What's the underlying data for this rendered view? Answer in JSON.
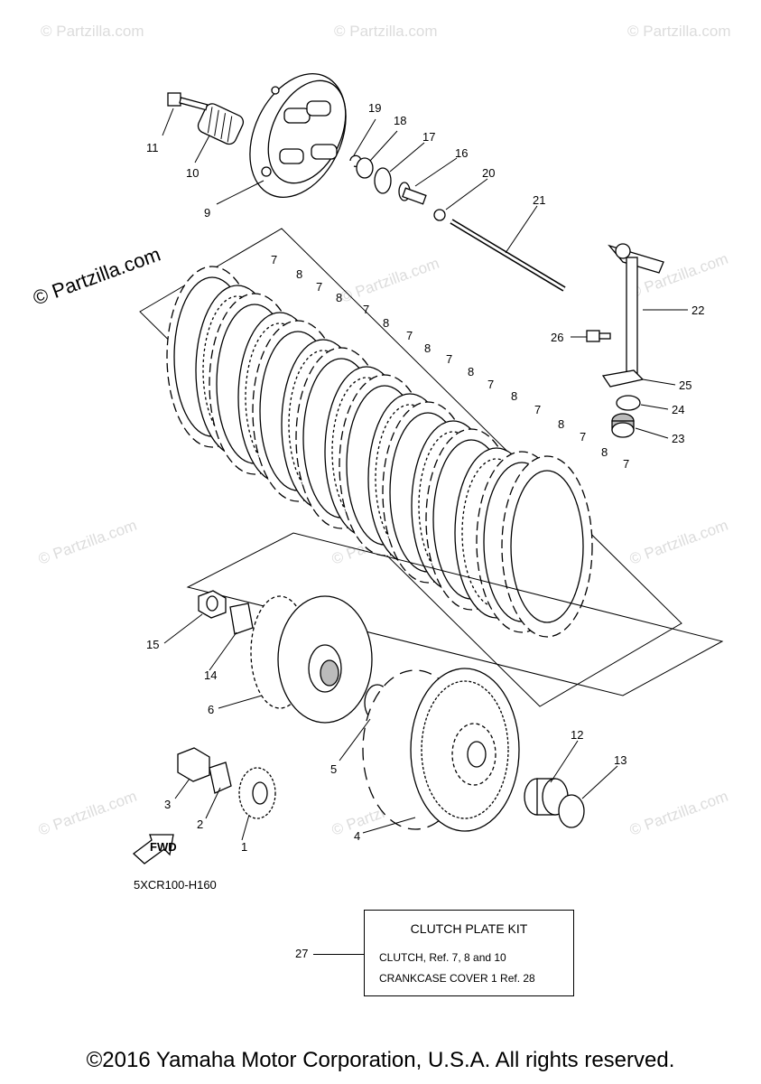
{
  "watermark": "© Partzilla.com",
  "callouts": {
    "c1": "1",
    "c2": "2",
    "c3": "3",
    "c4": "4",
    "c5": "5",
    "c6": "6",
    "c7": "7",
    "c8": "8",
    "c9": "9",
    "c10": "10",
    "c11": "11",
    "c12": "12",
    "c13": "13",
    "c14": "14",
    "c15": "15",
    "c16": "16",
    "c17": "17",
    "c18": "18",
    "c19": "19",
    "c20": "20",
    "c21": "21",
    "c22": "22",
    "c23": "23",
    "c24": "24",
    "c25": "25",
    "c26": "26",
    "c27": "27"
  },
  "fwd_label": "FWD",
  "drawing_code": "5XCR100-H160",
  "kit": {
    "title": "CLUTCH PLATE KIT",
    "line1": "CLUTCH, Ref.  7, 8 and 10",
    "line2": "CRANKCASE COVER 1 Ref. 28"
  },
  "copyright": "©2016 Yamaha Motor Corporation, U.S.A. All rights reserved."
}
